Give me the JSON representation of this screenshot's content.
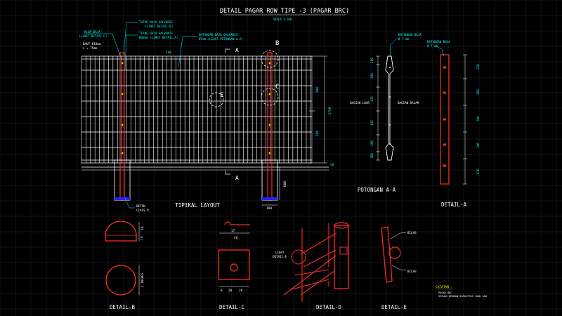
{
  "title": "DETAIL PAGAR ROW TIPE -3 (PAGAR BRC)",
  "scale": "SKALA 1:100",
  "colors": {
    "background": "#000000",
    "grid": "#2c2c2c",
    "drawing": "#ffffff",
    "post": "#ff2a2a",
    "dimension": "#00ffff",
    "annotation": "#ffff55",
    "footing": "#2222ff"
  },
  "main_annotations": {
    "tutup": [
      "TUTUP BAJA GALVANIS",
      "(LIHAT DETAIL-B)"
    ],
    "tiang": [
      "TIANG BAJA GALVANIS",
      "Ø60mm (LIHAT DETAIL-A)"
    ],
    "klem": [
      "KLEM BAJA",
      "(LIHAT DETAIL-C)"
    ],
    "baut": [
      "BAUT Ø18mm",
      "L = 75mm"
    ],
    "batangan": [
      "BATANGAN BAJA GALVANIS",
      "Ø7mm (LIHAT POTONGAN A-A)"
    ],
    "beton": [
      "BETON",
      "CLASS D"
    ]
  },
  "markers": {
    "section_a_top": "A",
    "section_a_bottom": "A",
    "detail_b": "B",
    "detail_c": "C",
    "detail_e": "E"
  },
  "dimensions": {
    "spacing_top": "100",
    "right_upper": "390",
    "right_total": "1750",
    "right_lower": "390",
    "base_right": "50",
    "footing_depth": "600",
    "footing_width": "180"
  },
  "labels": {
    "tipikal": "TIPIKAL LAYOUT",
    "potongan": "POTONGAN A-A",
    "detail_a": "DETAIL-A",
    "detail_b": "DETAIL-B",
    "detail_c": "DETAIL-C",
    "detail_d": "DETAIL-D",
    "detail_e": "DETAIL-E"
  },
  "potongan": {
    "top_label": [
      "BATANGAN BAJA",
      "Ø 7 mm"
    ],
    "luar": "BAGIAN LUAR",
    "dalam": "BAGIAN DALAM",
    "dims": [
      "100",
      "390",
      "415",
      "415",
      "390",
      "100"
    ]
  },
  "detail_a": {
    "label": [
      "BATANGAN BAJA",
      "Ø 7 mm"
    ],
    "dims": [
      "330",
      "390",
      "390",
      "390",
      "610"
    ]
  },
  "detail_b": {
    "dims": [
      "10",
      "15",
      "2 INCHES"
    ]
  },
  "detail_c": {
    "dims": [
      "17",
      "40",
      "8",
      "20",
      "20"
    ]
  },
  "detail_d": {
    "label": [
      "LIHAT",
      "DETAIL-E"
    ]
  },
  "detail_e": {
    "labels": [
      "BILAS",
      "BILAS"
    ]
  },
  "notes": {
    "header": "CATATAN :",
    "lines": [
      "PAGAR BRC",
      "SESUAI DENGAN KAPASITAS YANG ADA"
    ]
  }
}
